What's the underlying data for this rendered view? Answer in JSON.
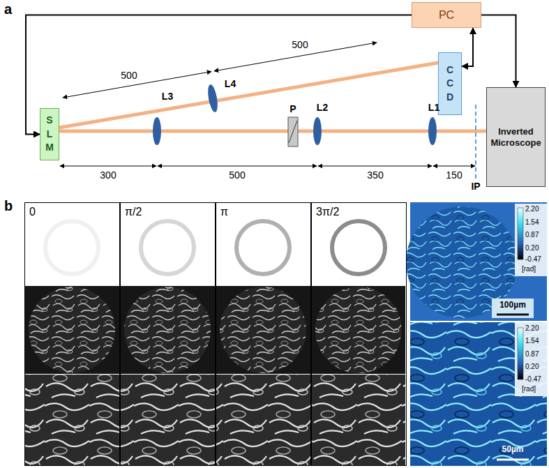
{
  "diagram": {
    "nodes": [
      {
        "text": [
          "PC"
        ]
      },
      {
        "text": [
          "S L M"
        ]
      },
      {
        "text": [
          "C C D"
        ]
      },
      {
        "text": [
          "Inverted Microscope"
        ]
      },
      {
        "text": [
          "0"
        ]
      },
      {
        "text": [
          "π/2"
        ]
      },
      {
        "text": [
          "π"
        ]
      },
      {
        "text": [
          "3π/2"
        ]
      }
    ],
    "edges": [
      {
        "from": 0,
        "to": 1,
        "arrow": "to"
      },
      {
        "from": 0,
        "to": 3,
        "arrow": "to"
      },
      {
        "from": 2,
        "to": 0,
        "arrow": "both"
      }
    ],
    "labels": [
      "a",
      "500",
      "500",
      "L4",
      "L3",
      "P",
      "L2",
      "L1",
      "300",
      "500",
      "350",
      "150",
      "IP",
      "b",
      "2.20",
      "1.54",
      "0.87",
      "0.20",
      "-0.47",
      "[rad]",
      "100µm",
      "2.20",
      "1.54",
      "0.87",
      "0.20",
      "-0.47",
      "[rad]",
      "50µm"
    ]
  }
}
